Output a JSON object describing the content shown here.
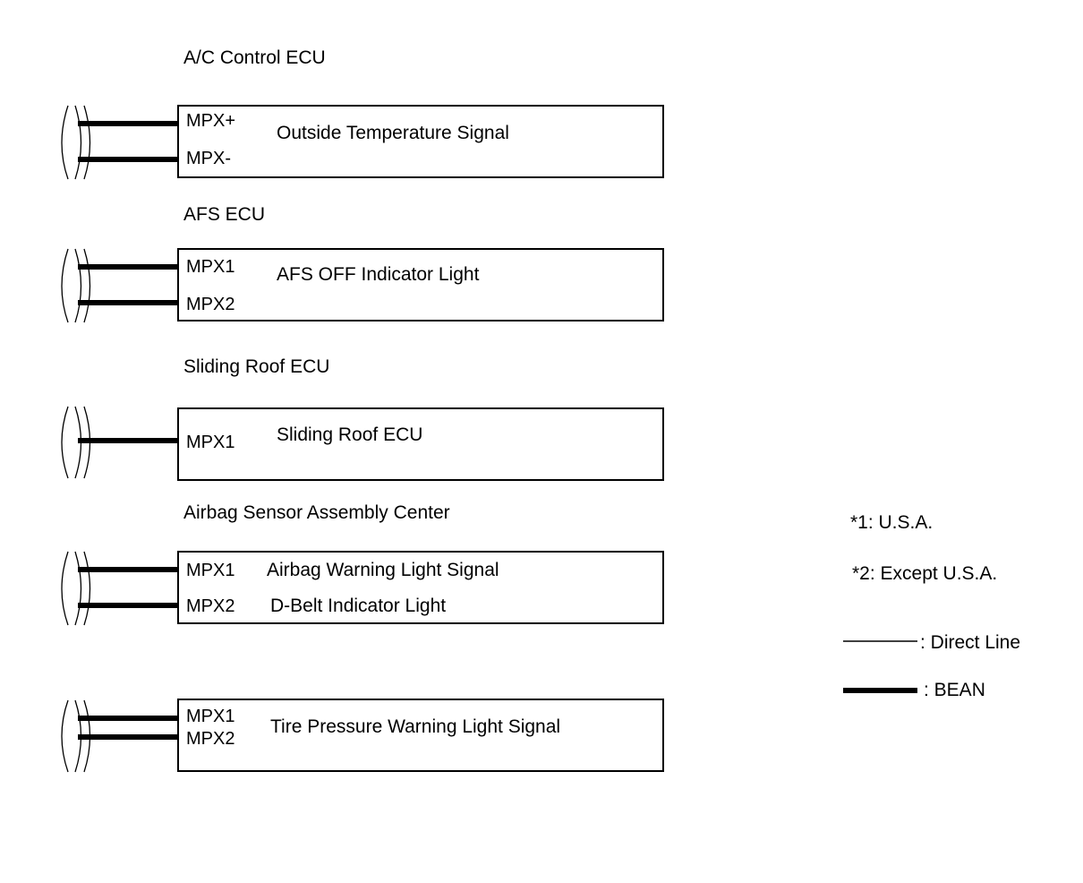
{
  "blocks": [
    {
      "title": "A/C Control ECU",
      "pins": [
        "MPX+",
        "MPX-"
      ],
      "signals": [
        "Outside Temperature Signal"
      ]
    },
    {
      "title": "AFS ECU",
      "pins": [
        "MPX1",
        "MPX2"
      ],
      "signals": [
        "AFS OFF Indicator Light"
      ]
    },
    {
      "title": "Sliding Roof ECU",
      "pins": [
        "MPX1"
      ],
      "signals": [
        "Sliding Roof ECU"
      ]
    },
    {
      "title": "Airbag Sensor Assembly Center",
      "pins": [
        "MPX1",
        "MPX2"
      ],
      "signals": [
        "Airbag Warning Light Signal",
        "D-Belt Indicator Light"
      ]
    },
    {
      "title": "",
      "pins": [
        "MPX1",
        "MPX2"
      ],
      "signals": [
        "Tire Pressure Warning Light Signal"
      ]
    }
  ],
  "legend": {
    "note1": "*1: U.S.A.",
    "note2": "*2: Except U.S.A.",
    "direct_line": ": Direct Line",
    "bean": ": BEAN"
  }
}
